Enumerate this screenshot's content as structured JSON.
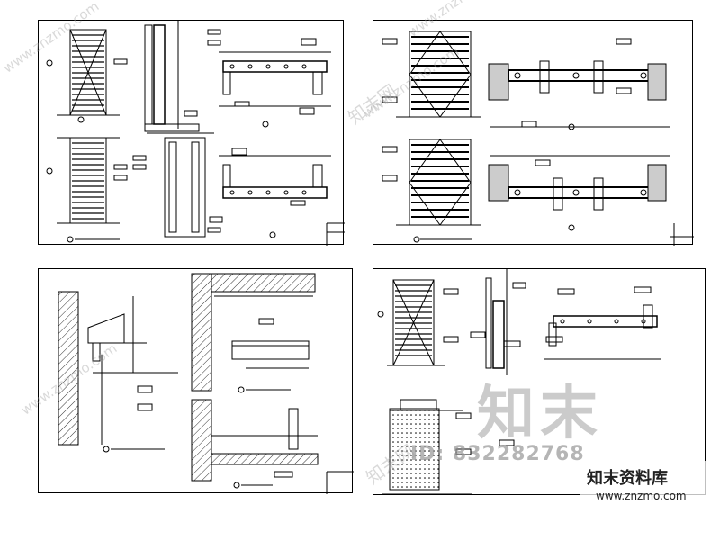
{
  "watermark": {
    "logo_text": "知末",
    "id_text": "ID: 832282768",
    "brand_name": "知末资料库",
    "brand_url": "www.znzmo.com",
    "diagonal_text": "www.znzmo.com",
    "diagonal_text_cn": "知末网"
  },
  "sheets": [
    {
      "name": "door-elevation-sheet-1"
    },
    {
      "name": "door-elevation-sheet-2"
    },
    {
      "name": "wall-section-sheet-3"
    },
    {
      "name": "door-detail-sheet-4"
    }
  ],
  "colors": {
    "line": "#000000",
    "watermark": "#999999"
  }
}
